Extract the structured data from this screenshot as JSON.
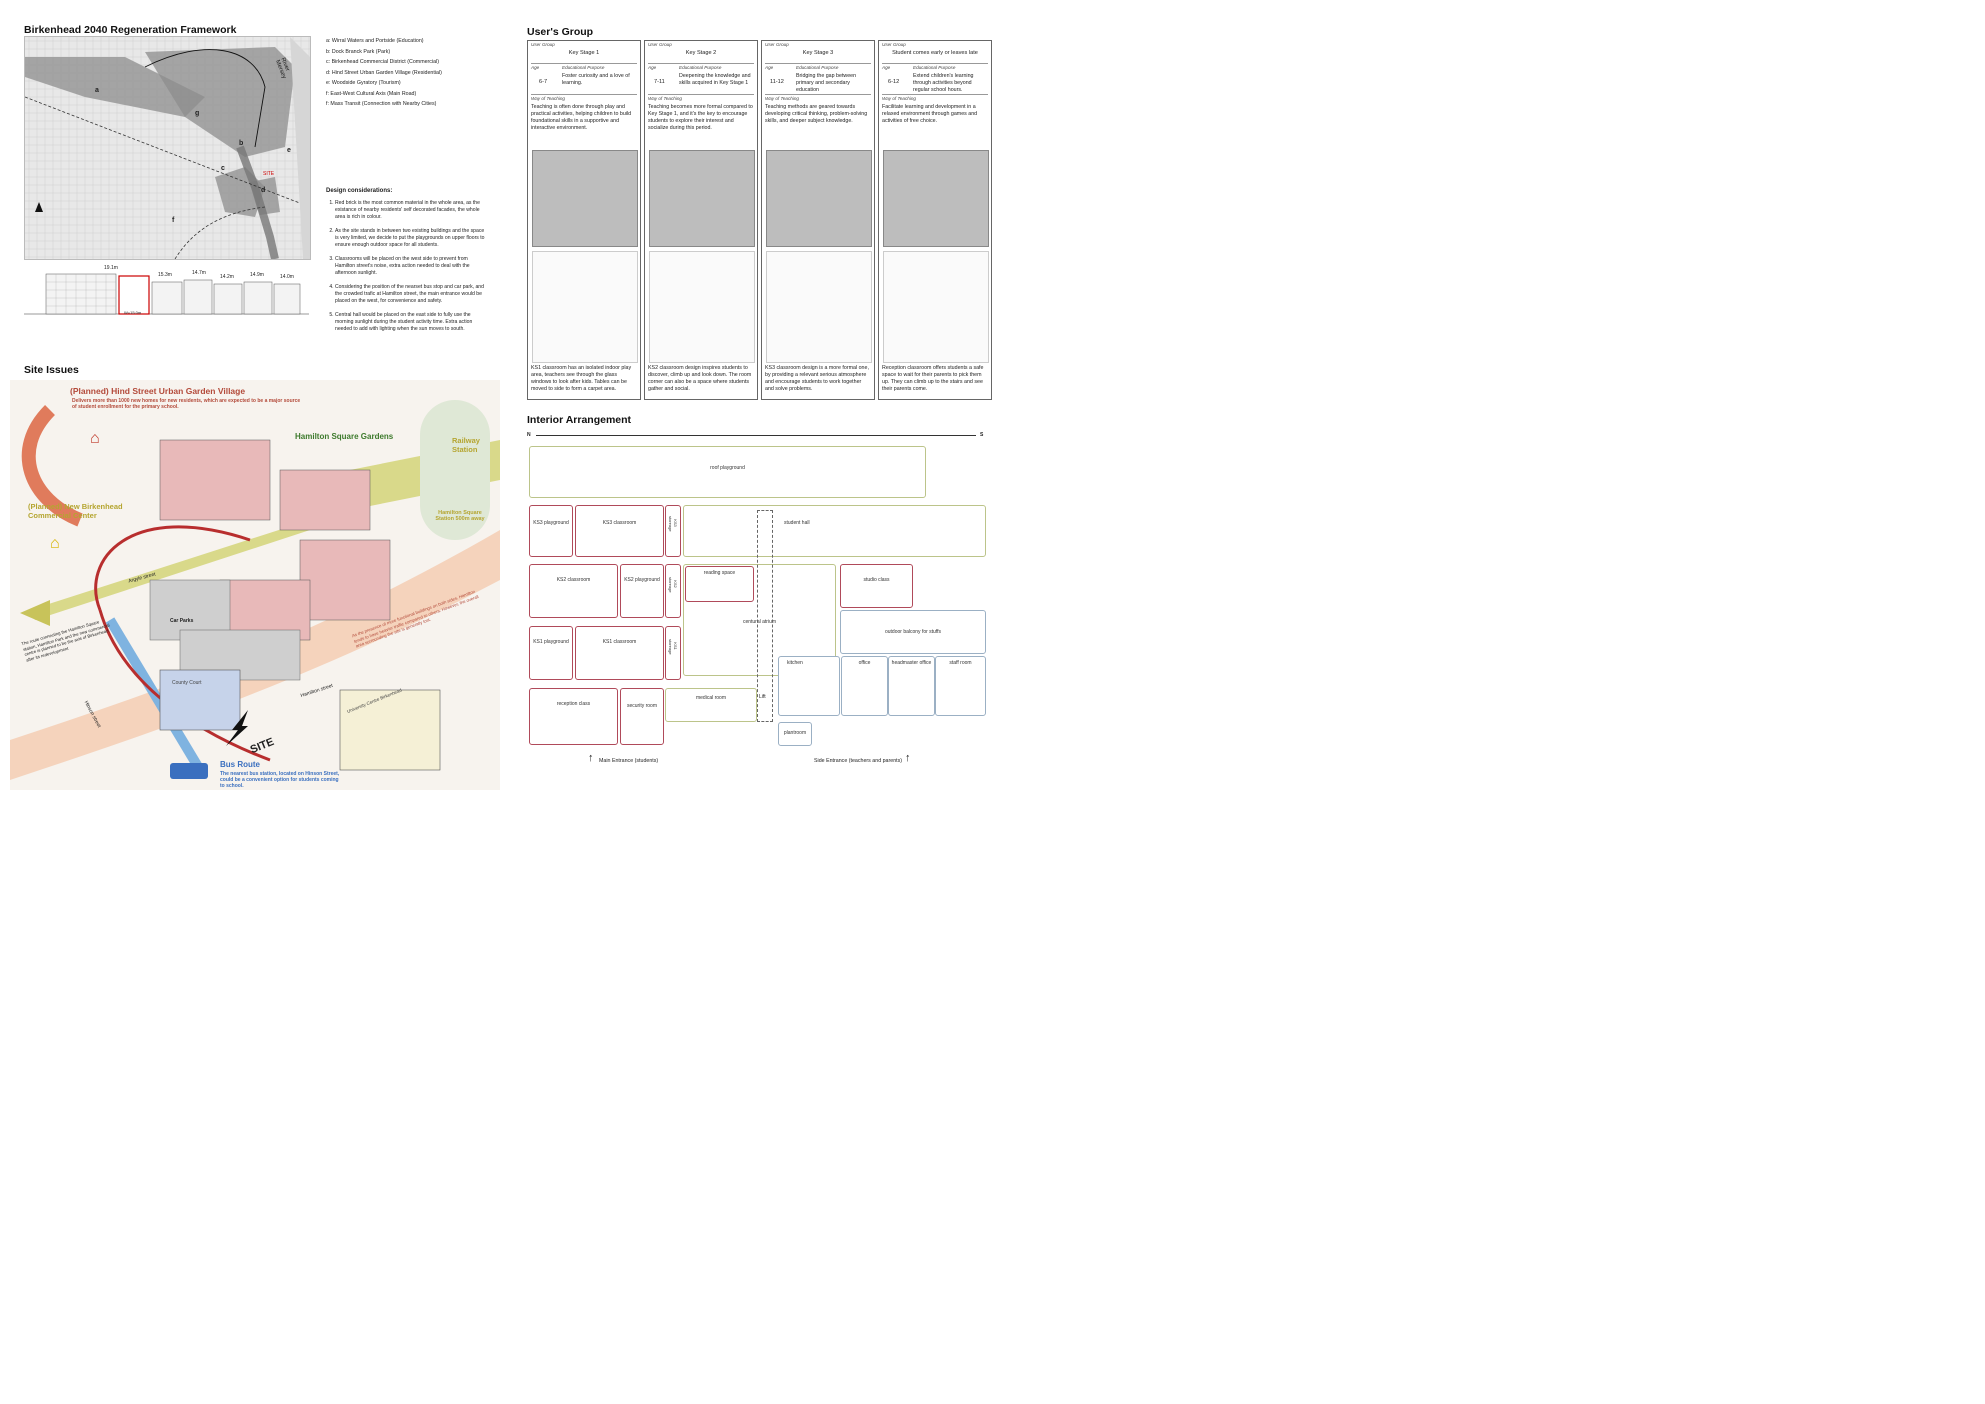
{
  "left": {
    "framework_title": "Birkenhead 2040 Regeneration Framework",
    "map_labels": {
      "a": "a",
      "b": "b",
      "c": "c",
      "d": "d",
      "e": "e",
      "f": "f",
      "g": "g",
      "site": "SITE",
      "river": "River Mersey"
    },
    "legend": [
      "a: Wirral Waters and Portside (Education)",
      "b: Dock Branck Park (Park)",
      "c: Birkenhead Commercial District (Commercial)",
      "d: Hind Street Urban Garden Village (Residential)",
      "e: Woodside Gyratory (Tourism)",
      "f: East-West Cultural Axis (Main Road)",
      "f: Mass Transit (Connection with Nearby Cities)"
    ],
    "design_title": "Design considerations:",
    "design_items": [
      "Red brick is the most common material in the whole area, as the existance of nearby residents' self decorated facades, the whole area is rich in colour.",
      "As the site stands in between two existing buildings and the space is very limited,  we decide to put the playgrounds on upper floors to ensure enough outdoor space for all students.",
      "Classrooms will be placed on the west side to prevent from Hamilton street's noise, extra action needed to deal with the afternoon sunlight.",
      "Considering the position of the nearset bus stop  and car park, and the crowded trafic at Hamilton street, the main entrance would be placed on the west, for convenience and safety.",
      "Central hall would be placed on the east  side to fully use the morning sunlight during the student activity time. Extra action needed to add with lighting when the sun moves to south."
    ],
    "elevation_dims": [
      "19.1m",
      "15.3m",
      "14.7m",
      "14.2m",
      "14.9m",
      "14.0m",
      "W=15.0m"
    ],
    "site_issues_title": "Site Issues",
    "hind_title": "(Planned) Hind Street Urban Garden Village",
    "hind_text": "Delivers more than 1000 new homes  for new residents, which are expected to be a major source of student enrollment for the primary school.",
    "gardens": "Hamilton Square Gardens",
    "railway": "Railway Station",
    "hamilton_station": "Hamilton Square Station 500m away",
    "commercial": "(Planned) New Birkenhead Commercial Center",
    "argyle": "Argyle street",
    "car_parks": "Car Parks",
    "route_note": "The route connecting the Hamilton Square station, Hamilton Park and the new commercial centre is planned to be the axis of Birkenhead after its redevelopment",
    "traffic_note": "As the presence of more functional buildings on both sides,  Hamilton tends to have heavier traffic compared to others. However, the overall area surrounding the site is generally lost.",
    "hamilton_street": "Hamilton street",
    "hinson_street": "Hinson street",
    "county_court": "County Court",
    "university": "University Centre Birkenhead",
    "site": "SITE",
    "bus_title": "Bus Route",
    "bus_text": "The nearest bus station, located on Hinson Street, could be a convenient option for students coming to school."
  },
  "right": {
    "users_title": "User's Group",
    "cap_user_group": "User Group",
    "cap_age": "Age",
    "cap_purpose": "Educational Purpose",
    "cap_teaching": "Way of Teaching",
    "cards": [
      {
        "group": "Key Stage 1",
        "age": "6-7",
        "purpose": "Foster curiosity and a love of learning.",
        "teaching": "Teaching is often done through play and practical activities, helping children to build foundational skills in a supportive and interactive environment.",
        "design": "KS1 classroom has an isolated indoor play area, teachers see through the glass windows to look after kids. Tables can be moved to side to form a carpet area."
      },
      {
        "group": "Key Stage 2",
        "age": "7-11",
        "purpose": "Deepening the knowledge and skills acquired in Key Stage 1",
        "teaching": "Teaching becomes more formal compared to Key Stage 1,  and it's the key to encourage students to explore their interest and socialize during this period.",
        "design": "KS2 classroom design inspires students to discover, climb up and look down. The room corner can also be a space where students gather and social."
      },
      {
        "group": "Key Stage 3",
        "age": "11-12",
        "purpose": "Bridging the gap between primary and secondary education",
        "teaching": "Teaching methods are geared towards developing critical thinking, problem-solving skills, and deeper subject knowledge.",
        "design": "KS3 classroom design is a more formal one, by providing a relevant serious atmosphere and encourage students to work together and solve problems."
      },
      {
        "group": "Student comes early or leaves late",
        "age": "6-12",
        "purpose": "Extend children's learning through activities beyond regular school hours.",
        "teaching": "Facilitate learning and development in a relaxed environment through games and activities of free choice.",
        "design": "Reception classroom offers students a safe space to wait for their parents to pick them up. They can climb up to  the stairs and see their parents come."
      }
    ],
    "interior_title": "Interior Arrangement",
    "compass_n": "N",
    "compass_s": "S",
    "rooms": {
      "roof_playground": "roof playground",
      "ks3_playground": "KS3 playground",
      "ks3_classroom": "KS3 classroom",
      "ks3_storage": "KS3 storeage",
      "student_hall": "student hall",
      "ks2_classroom": "KS2 classroom",
      "ks2_playground": "KS2 playground",
      "ks2_storage": "KS2 storeage",
      "reading_space": "reading space",
      "studio_class": "studio class",
      "central_atrium": "centural atrium",
      "outdoor_balcony": "outdoor balcony for stuffs",
      "ks1_playground": "KS1 playground",
      "ks1_classroom": "KS1 classroom",
      "ks1_storage": "KS1 storeage",
      "kitchen": "kitchen",
      "office": "office",
      "headmaster_office": "headmaster office",
      "staff_room": "staff room",
      "reception_class": "reception class",
      "security_room": "security room",
      "medical_room": "medical room",
      "lift": "Lift",
      "plantroom": "plantroom"
    },
    "main_entrance": "Main Entrance (students)",
    "side_entrance": "Side Entrance (teachers and parents)"
  }
}
